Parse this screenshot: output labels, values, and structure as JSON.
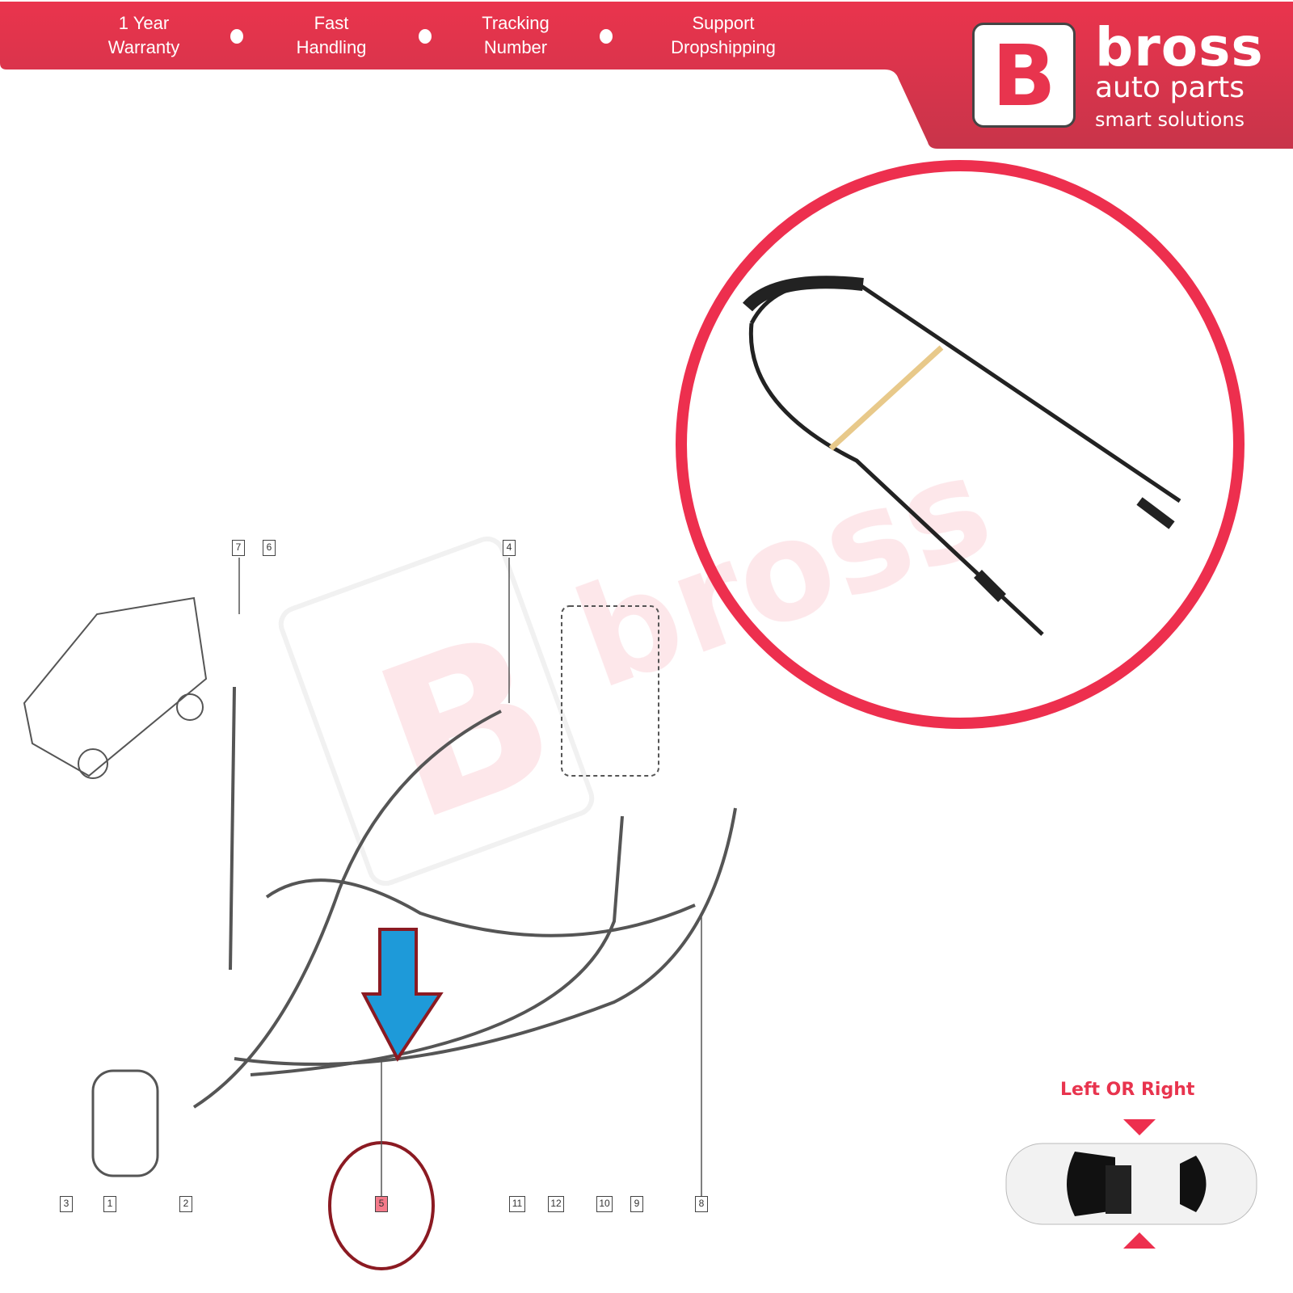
{
  "banner": {
    "features": [
      {
        "line1": "1 Year",
        "line2": "Warranty"
      },
      {
        "line1": "Fast",
        "line2": "Handling"
      },
      {
        "line1": "Tracking",
        "line2": "Number"
      },
      {
        "line1": "Support",
        "line2": "Dropshipping"
      }
    ],
    "color": "#e8344e"
  },
  "logo": {
    "letter": "B",
    "name": "bross",
    "sub": "auto parts",
    "tagline": "smart solutions"
  },
  "diagram": {
    "labels": [
      "7",
      "6",
      "4",
      "3",
      "1",
      "2",
      "5",
      "11",
      "12",
      "10",
      "9",
      "8"
    ]
  },
  "side_indicator": "Left OR Right"
}
